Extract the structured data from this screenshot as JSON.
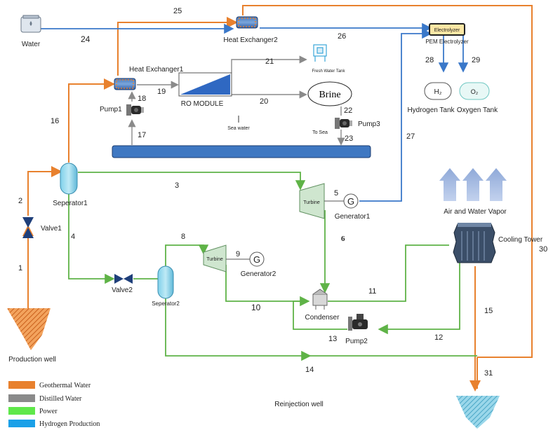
{
  "colors": {
    "geothermal": "#e8812e",
    "distilled": "#8a8a8a",
    "power": "#5fb347",
    "hydrogen": "#3a78c9",
    "dark_blue": "#2f5ea8"
  },
  "labels": {
    "water": "Water",
    "heat_exchanger2": "Heat Exchanger2",
    "heat_exchanger1": "Heat Exchanger1",
    "pem_electrolyzer": "PEM Electrolyzer",
    "electrolyzer_box": "Electrolyzer",
    "fresh_water_tank": "Fresh Water Tank",
    "ro_module": "RO MODULE",
    "brine": "Brine",
    "sea_water": "Sea water",
    "to_sea": "To Sea",
    "pump1": "Pump1",
    "pump2": "Pump2",
    "pump3": "Pump3",
    "hydrogen_tank": "Hydrogen Tank",
    "oxygen_tank": "Oxygen Tank",
    "h2_symbol": "H₂",
    "o2_symbol": "O₂",
    "separator1": "Seperator1",
    "separator2": "Seperator2",
    "valve1": "Valve1",
    "valve2": "Valve2",
    "turbine1": "Turbine",
    "turbine2": "Turbine",
    "generator1": "Generator1",
    "generator2": "Generator2",
    "generator_symbol": "G",
    "air_water_vapor": "Air and Water Vapor",
    "cooling_tower": "Cooling Tower",
    "condenser": "Condenser",
    "production_well": "Production well",
    "reinjection_well": "Reinjection well"
  },
  "stream_numbers": {
    "s1": "1",
    "s2": "2",
    "s3": "3",
    "s4": "4",
    "s5": "5",
    "s6": "6",
    "s8": "8",
    "s9": "9",
    "s10": "10",
    "s11": "11",
    "s12": "12",
    "s13": "13",
    "s14": "14",
    "s15": "15",
    "s16": "16",
    "s17": "17",
    "s18": "18",
    "s19": "19",
    "s20": "20",
    "s21": "21",
    "s22": "22",
    "s23": "23",
    "s24": "24",
    "s25": "25",
    "s26": "26",
    "s27": "27",
    "s28": "28",
    "s29": "29",
    "s30": "30",
    "s31": "31"
  },
  "legend": [
    {
      "label": "Geothermal Water",
      "color": "#e8812e"
    },
    {
      "label": "Distilled Water",
      "color": "#8a8a8a"
    },
    {
      "label": "Power",
      "color": "#5fb347"
    },
    {
      "label": "Hydrogen Production",
      "color": "#3a78c9"
    }
  ]
}
